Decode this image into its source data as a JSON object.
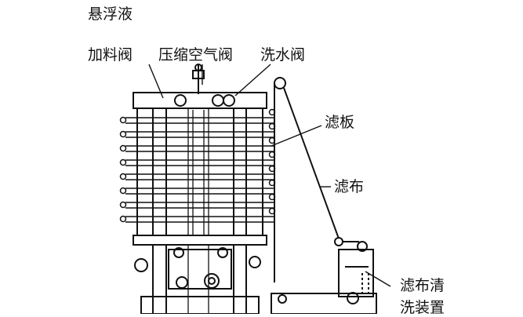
{
  "labels": {
    "suspension_feed_valve_line1": "悬浮液",
    "suspension_feed_valve_line2": "加料阀",
    "compressed_air_valve": "压缩空气阀",
    "wash_water_valve": "洗水阀",
    "filter_plate": "滤板",
    "filter_cloth": "滤布",
    "cloth_washer_line1": "滤布清",
    "cloth_washer_line2": "洗装置"
  }
}
